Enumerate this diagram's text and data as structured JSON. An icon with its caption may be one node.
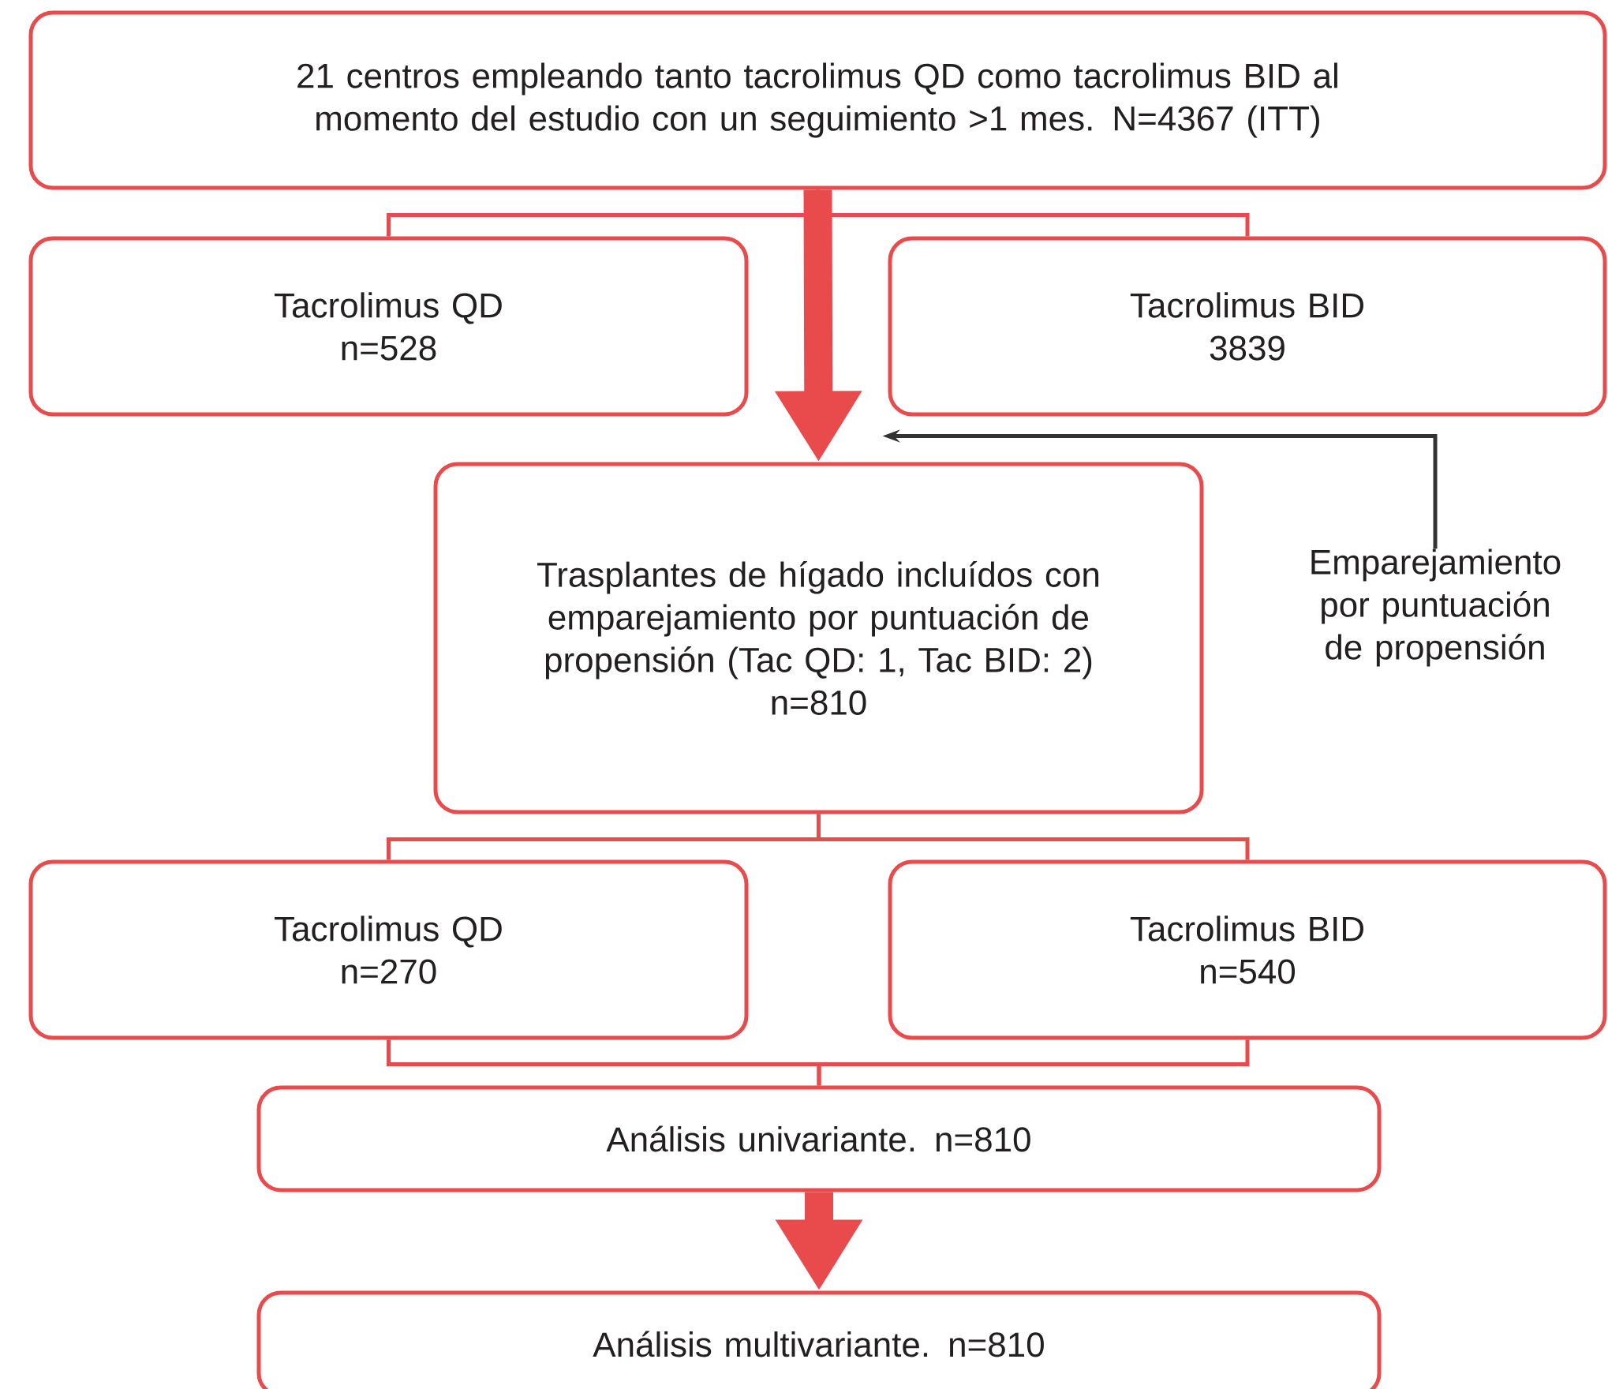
{
  "diagram": {
    "nodes": [
      {
        "text": [
          "21 centros empleando tanto tacrolimus QD como tacrolimus BID al momento del estudio con un seguimiento >1 mes. N=4367 (ITT)"
        ]
      },
      {
        "text": [
          "Tacrolimus QD",
          "n=528"
        ]
      },
      {
        "text": [
          "Tacrolimus BID",
          "3839"
        ]
      },
      {
        "text": [
          "Trasplantes de hígado incluídos con emparejamiento por puntuación de propensión (Tac QD: 1, Tac BID: 2)",
          "n=810"
        ]
      },
      {
        "text": [
          "Emparejamiento por puntuación de propensión"
        ]
      },
      {
        "text": [
          "Tacrolimus QD",
          "n=270"
        ]
      },
      {
        "text": [
          "Tacrolimus BID",
          "n=540"
        ]
      },
      {
        "text": [
          "Análisis univariante. n=810"
        ]
      },
      {
        "text": [
          "Análisis multivariante. n=810"
        ]
      }
    ],
    "edges": [
      {
        "from": 0,
        "to": 1,
        "arrow": "none"
      },
      {
        "from": 0,
        "to": 2,
        "arrow": "none"
      },
      {
        "from": 0,
        "to": 3,
        "arrow": "to",
        "style": "thick"
      },
      {
        "from": 4,
        "to": 3,
        "arrow": "to",
        "color": "#333333"
      },
      {
        "from": 3,
        "to": 5,
        "arrow": "none"
      },
      {
        "from": 3,
        "to": 6,
        "arrow": "none"
      },
      {
        "from": 5,
        "to": 7,
        "arrow": "none"
      },
      {
        "from": 6,
        "to": 7,
        "arrow": "none"
      },
      {
        "from": 7,
        "to": 8,
        "arrow": "to",
        "style": "thick"
      }
    ]
  }
}
